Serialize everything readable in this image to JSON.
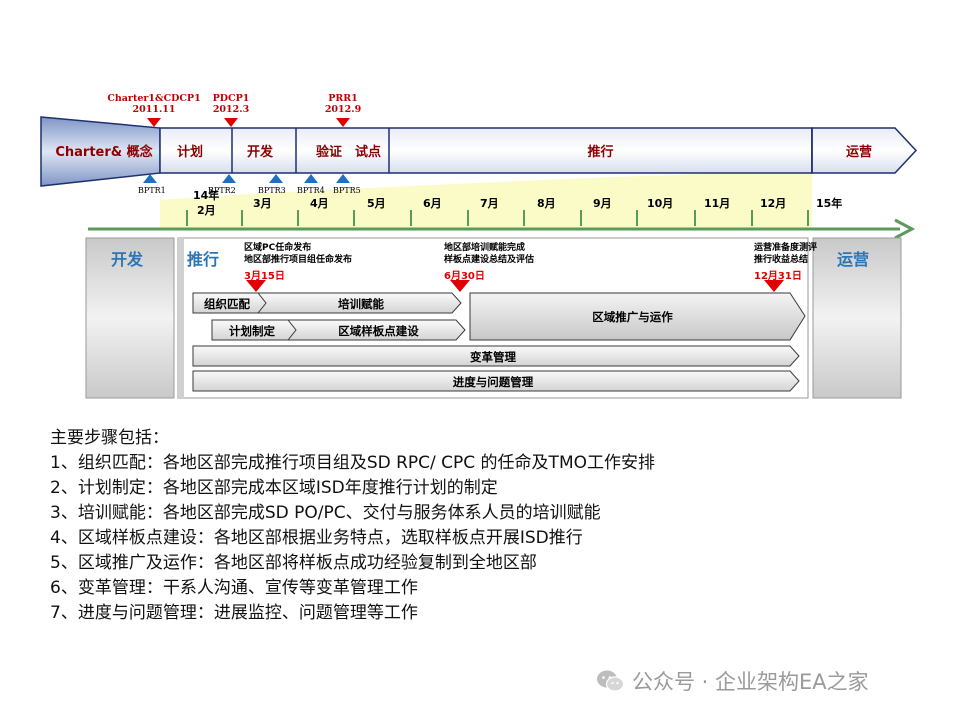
{
  "milestones": [
    {
      "label": "Charter1&CDCP1",
      "date": "2011.11"
    },
    {
      "label": "PDCP1",
      "date": "2012.3"
    },
    {
      "label": "PRR1",
      "date": "2012.9"
    }
  ],
  "phases": {
    "concept": "Charter&  概念",
    "plan": "计划",
    "develop": "开发",
    "verify": "验证",
    "trial": "试点",
    "rollout": "推行",
    "operate": "运营"
  },
  "bptr": [
    "BPTR1",
    "BPTR2",
    "BPTR3",
    "BPTR4",
    "BPTR5"
  ],
  "months": {
    "year14": "14年",
    "m2": "2月",
    "m3": "3月",
    "m4": "4月",
    "m5": "5月",
    "m6": "6月",
    "m7": "7月",
    "m8": "8月",
    "m9": "9月",
    "m10": "10月",
    "m11": "11月",
    "m12": "12月",
    "year15": "15年"
  },
  "columns": {
    "develop": "开发",
    "rollout": "推行",
    "operate": "运营"
  },
  "notes": {
    "n1_line1": "区域PC任命发布",
    "n1_line2": "地区部推行项目组任命发布",
    "n1_date": "3月15日",
    "n2_line1": "地区部培训赋能完成",
    "n2_line2": "样板点建设总结及评估",
    "n2_date": "6月30日",
    "n3_line1": "运营准备度测评",
    "n3_line2": "推行收益总结",
    "n3_date": "12月31日"
  },
  "bars": {
    "org_match": "组织匹配",
    "training": "培训赋能",
    "planning": "计划制定",
    "pilot_build": "区域样板点建设",
    "regional_rollout": "区域推广与运作",
    "change_mgmt": "变革管理",
    "progress_mgmt": "进度与问题管理"
  },
  "steps": {
    "intro": "主要步骤包括：",
    "s1": "1、组织匹配：各地区部完成推行项目组及SD RPC/ CPC 的任命及TMO工作安排",
    "s2": "2、计划制定：各地区部完成本区域ISD年度推行计划的制定",
    "s3": "3、培训赋能：各地区部完成SD PO/PC、交付与服务体系人员的培训赋能",
    "s4": "4、区域样板点建设：各地区部根据业务特点，选取样板点开展ISD推行",
    "s5": "5、区域推广及运作：各地区部将样板点成功经验复制到全地区部",
    "s6": "6、变革管理：干系人沟通、宣传等变革管理工作",
    "s7": "7、进度与问题管理：进展监控、问题管理等工作"
  },
  "watermark": {
    "text": "公众号 · 企业架构EA之家"
  },
  "colors": {
    "accent_red": "#e00000",
    "title_blue": "#2e75b6",
    "timeline_green": "#5a9a5a",
    "highlight_yellow": "#fbfbc8",
    "phase_text": "#8b0000"
  }
}
